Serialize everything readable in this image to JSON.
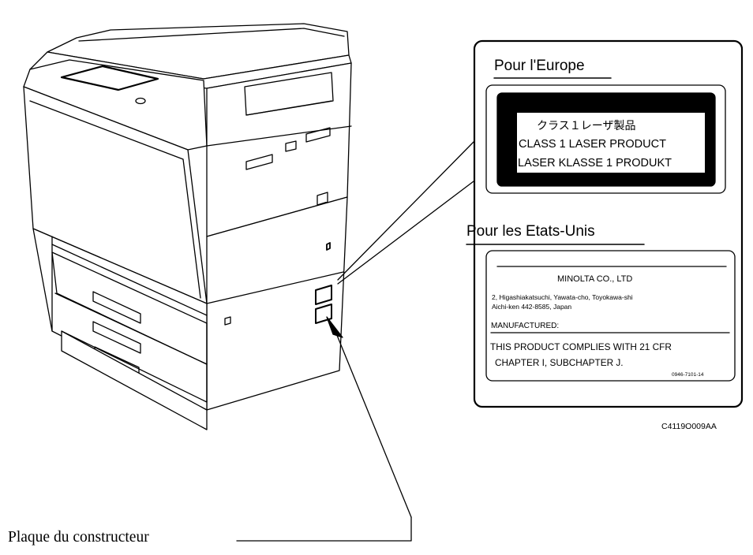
{
  "europe_label": {
    "heading": "Pour l'Europe",
    "line_jp": "クラス１レーザ製品",
    "line_en": "CLASS 1 LASER PRODUCT",
    "line_de": "LASER KLASSE 1 PRODUKT"
  },
  "us_label": {
    "heading": "Pour les Etats-Unis",
    "maker": "MINOLTA CO., LTD",
    "address_1": "2, Higashiakatsuchi, Yawata-cho, Toyokawa-shi",
    "address_2": "Aichi-ken 442-8585, Japan",
    "manufactured": "MANUFACTURED:",
    "compliance_1": "THIS PRODUCT COMPLIES WITH 21 CFR",
    "compliance_2": "CHAPTER I, SUBCHAPTER J.",
    "part_number": "0946-7101-14"
  },
  "figure_code": "C4119O009AA",
  "caption": "Plaque du constructeur"
}
